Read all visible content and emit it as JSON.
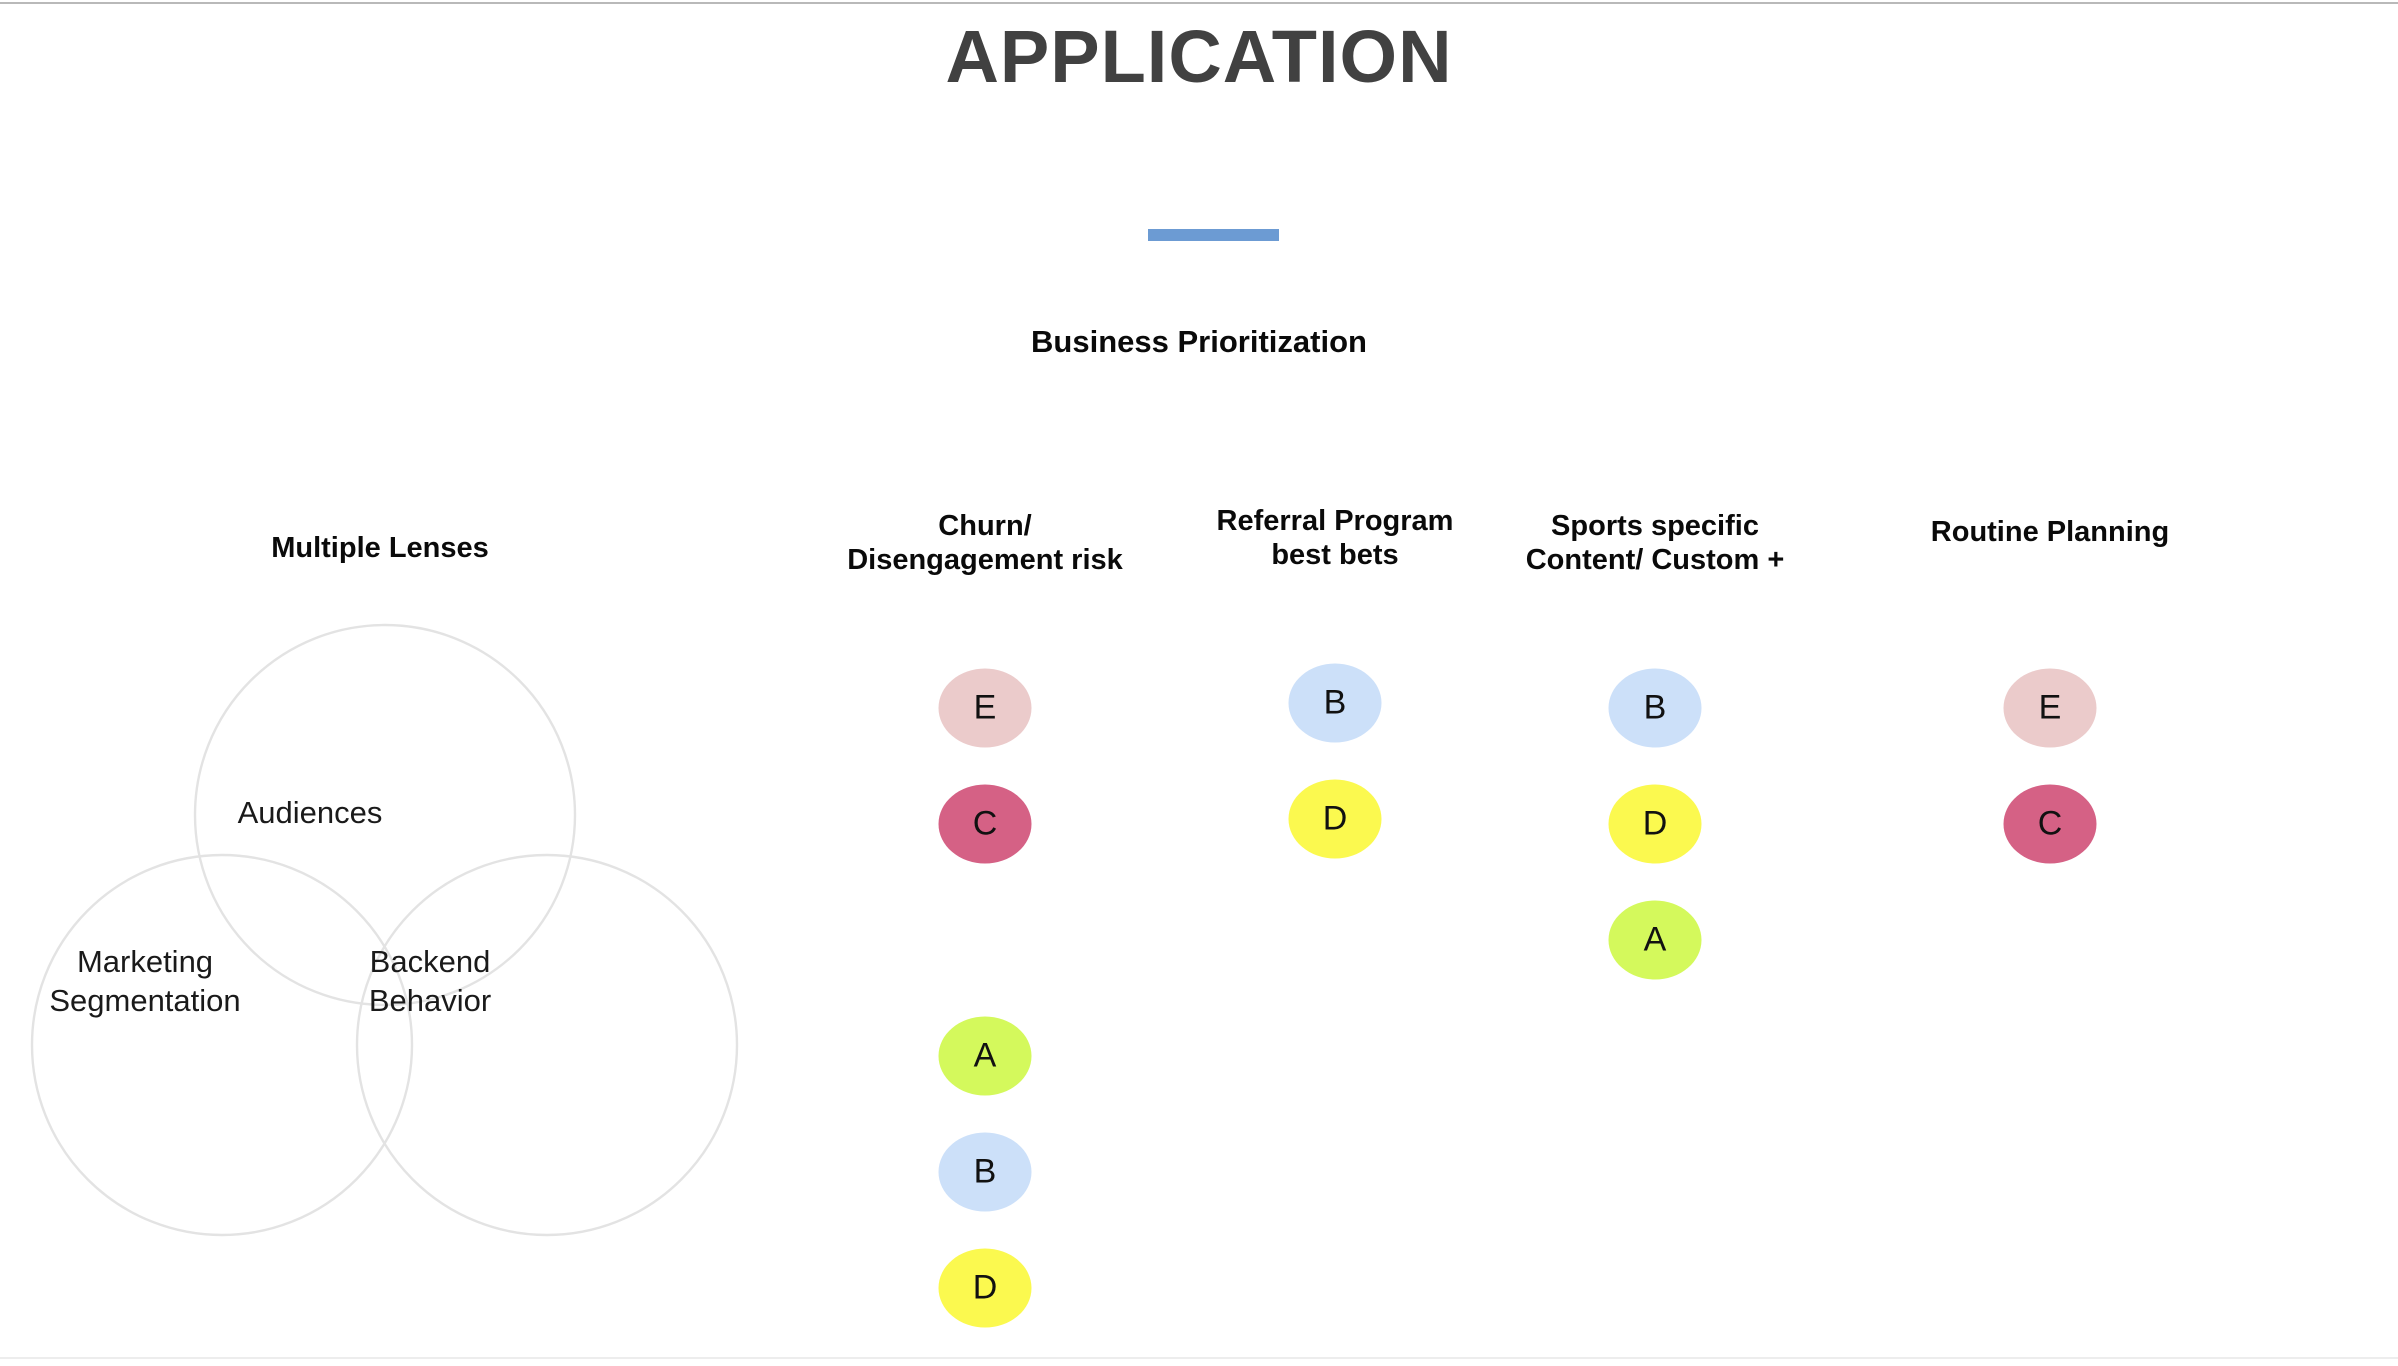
{
  "slide": {
    "title": "APPLICATION",
    "subtitle": "Business Prioritization",
    "accent_color": "#6c9bd3",
    "title_color": "#414141",
    "background": "#ffffff"
  },
  "venn": {
    "heading": "Multiple Lenses",
    "stroke_color": "#e3e3e3",
    "circles": [
      {
        "id": "audiences",
        "label": "Audiences"
      },
      {
        "id": "marketing-segmentation",
        "label": "Marketing\nSegmentation"
      },
      {
        "id": "backend-behavior",
        "label": "Backend\nBehavior"
      }
    ],
    "labels": {
      "audiences": "Audiences",
      "marketing_line1": "Marketing",
      "marketing_line2": "Segmentation",
      "backend_line1": "Backend",
      "backend_line2": "Behavior"
    }
  },
  "legend_colors": {
    "A": "#d4f95c",
    "B": "#cce0f9",
    "C": "#d56185",
    "D": "#fbf94f",
    "E": "#ebcbcb"
  },
  "columns": [
    {
      "id": "churn-disengagement-risk",
      "heading_line1": "Churn/",
      "heading_line2": "Disengagement risk",
      "bubbles": [
        "E",
        "C",
        "",
        "A",
        "B",
        "D"
      ]
    },
    {
      "id": "referral-program-best-bets",
      "heading_line1": "Referral Program",
      "heading_line2": "best bets",
      "bubbles": [
        "B",
        "D"
      ]
    },
    {
      "id": "sports-specific-content",
      "heading_line1": "Sports specific",
      "heading_line2": "Content/ Custom +",
      "bubbles": [
        "B",
        "D",
        "A"
      ]
    },
    {
      "id": "routine-planning",
      "heading_line1": "Routine Planning",
      "heading_line2": "",
      "bubbles": [
        "E",
        "C"
      ]
    }
  ]
}
